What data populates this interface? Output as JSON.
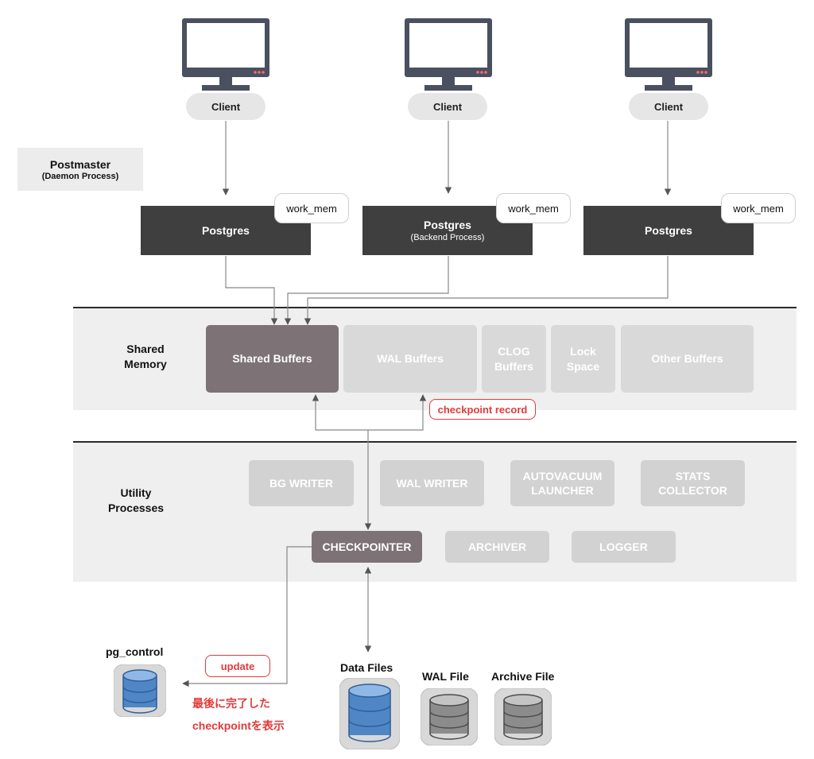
{
  "clients": [
    {
      "label": "Client"
    },
    {
      "label": "Client"
    },
    {
      "label": "Client"
    }
  ],
  "postmaster": {
    "title": "Postmaster",
    "subtitle": "(Daemon Process)"
  },
  "backends": [
    {
      "title": "Postgres",
      "subtitle": "",
      "work_mem": "work_mem"
    },
    {
      "title": "Postgres",
      "subtitle": "(Backend Process)",
      "work_mem": "work_mem"
    },
    {
      "title": "Postgres",
      "subtitle": "",
      "work_mem": "work_mem"
    }
  ],
  "shared_memory": {
    "label_line1": "Shared",
    "label_line2": "Memory",
    "buffers": [
      {
        "line1": "Shared Buffers",
        "line2": ""
      },
      {
        "line1": "WAL Buffers",
        "line2": ""
      },
      {
        "line1": "CLOG",
        "line2": "Buffers"
      },
      {
        "line1": "Lock",
        "line2": "Space"
      },
      {
        "line1": "Other Buffers",
        "line2": ""
      }
    ],
    "checkpoint_record": "checkpoint record"
  },
  "utility": {
    "label_line1": "Utility",
    "label_line2": "Processes",
    "processes": [
      {
        "line1": "BG WRITER",
        "line2": ""
      },
      {
        "line1": "WAL WRITER",
        "line2": ""
      },
      {
        "line1": "AUTOVACUUM",
        "line2": "LAUNCHER"
      },
      {
        "line1": "STATS",
        "line2": "COLLECTOR"
      },
      {
        "line1": "CHECKPOINTER",
        "line2": ""
      },
      {
        "line1": "ARCHIVER",
        "line2": ""
      },
      {
        "line1": "LOGGER",
        "line2": ""
      }
    ]
  },
  "storage": {
    "pg_control": "pg_control",
    "update_tag": "update",
    "note_line1": "最後に完了した",
    "note_line2": "checkpointを表示",
    "data_files": "Data Files",
    "wal_file": "WAL File",
    "archive_file": "Archive File"
  },
  "colors": {
    "dark_box": "#3f3f3f",
    "active_box": "#7d7275",
    "inactive_box": "#d9d9d9",
    "band_bg": "#efefef",
    "accent_red": "#e23a3a",
    "db_blue": "#4f86c6",
    "db_gray": "#8c8c8c"
  }
}
